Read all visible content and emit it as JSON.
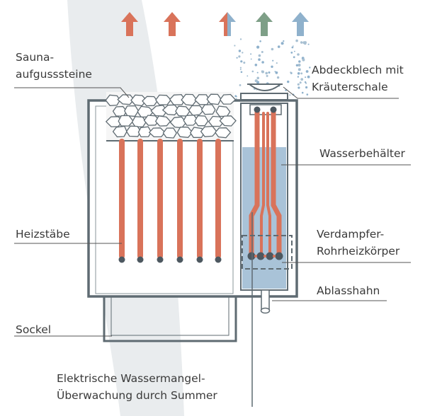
{
  "labels": {
    "stones": [
      "Sauna-",
      "aufgusssteine"
    ],
    "cover": [
      "Abdeckblech mit",
      "Kräuterschale"
    ],
    "tank": [
      "Wasserbehälter"
    ],
    "rods": [
      "Heizstäbe"
    ],
    "vaporizer": [
      "Verdampfer-",
      "Rohrheizkörper"
    ],
    "drain": [
      "Ablasshahn"
    ],
    "base": [
      "Sockel"
    ],
    "alarm": [
      "Elektrische Wassermangel-",
      "Überwachung durch Summer"
    ]
  },
  "colors": {
    "heat": "#d9735a",
    "cool": "#8fb1cc",
    "steam_green": "#7e9f87",
    "frame": "#5f6b72",
    "water": "#a9c3d8",
    "stone_fill": "#f6f6f6",
    "leader": "#555555",
    "cone": "#e9ecee"
  },
  "arrows": [
    {
      "name": "heat-arrow-1",
      "style": "heat"
    },
    {
      "name": "heat-arrow-2",
      "style": "heat"
    },
    {
      "name": "mixed-arrow",
      "style": "mixed"
    },
    {
      "name": "steam-arrow-green",
      "style": "steam_green"
    },
    {
      "name": "steam-arrow-blue",
      "style": "cool"
    }
  ]
}
